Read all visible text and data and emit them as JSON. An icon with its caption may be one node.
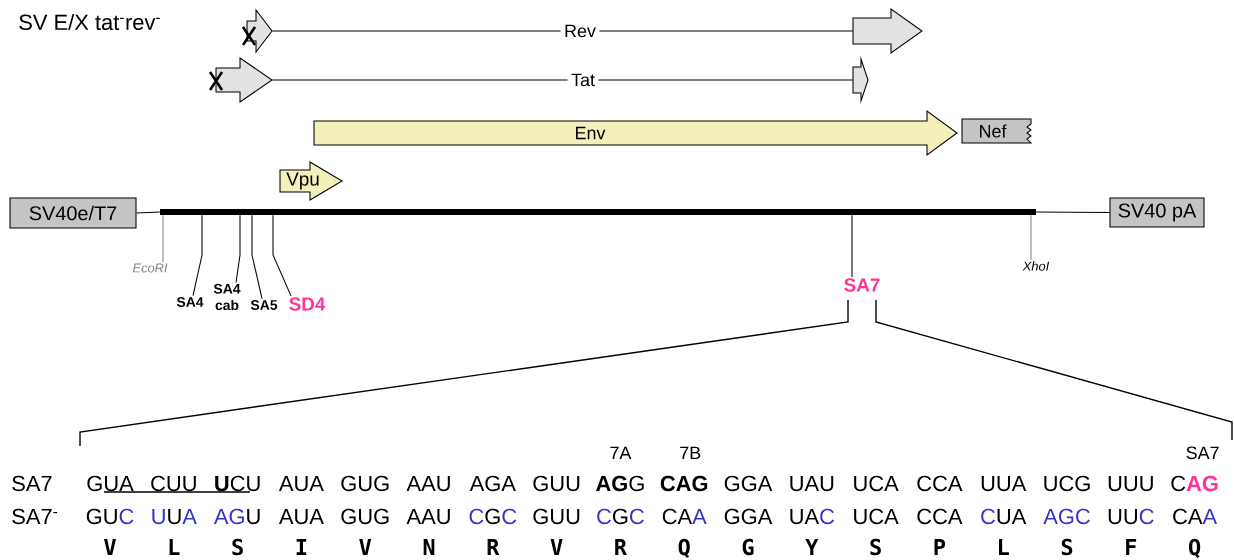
{
  "diagram": {
    "title": "SV E/X tat$^{-}$rev$^{-}$",
    "nodes": [
      {
        "text": [],
        "shape": "arrow"
      },
      {
        "text": [],
        "shape": "arrow"
      },
      {
        "text": [],
        "shape": "arrow"
      },
      {
        "text": [],
        "shape": "arrow"
      },
      {
        "text": [
          "Env"
        ]
      },
      {
        "text": [
          "Nef"
        ]
      },
      {
        "text": [
          "Vpu"
        ]
      },
      {
        "text": [
          "SV40e/T7"
        ]
      },
      {
        "text": [],
        "shape": "bar"
      },
      {
        "text": [
          "SV40 pA"
        ]
      },
      {
        "text": [
          "EcoRI"
        ]
      },
      {
        "text": [
          "SA4"
        ]
      },
      {
        "text": [
          "SA4 cab"
        ]
      },
      {
        "text": [
          "SA5"
        ]
      },
      {
        "text": [
          "SD4"
        ]
      },
      {
        "text": [
          "SA7"
        ]
      },
      {
        "text": [
          "XhoI"
        ]
      }
    ],
    "edges": [
      {
        "from": 0,
        "to": 1,
        "arrow": "none",
        "label": "Rev"
      },
      {
        "from": 2,
        "to": 3,
        "arrow": "none",
        "label": "Tat"
      },
      {
        "from": 7,
        "to": 8,
        "arrow": "none"
      },
      {
        "from": 8,
        "to": 9,
        "arrow": "none"
      },
      {
        "from": 10,
        "to": 8,
        "arrow": "none",
        "color": "#808080"
      },
      {
        "from": 11,
        "to": 8,
        "arrow": "none"
      },
      {
        "from": 12,
        "to": 8,
        "arrow": "none"
      },
      {
        "from": 13,
        "to": 8,
        "arrow": "none"
      },
      {
        "from": 14,
        "to": 8,
        "arrow": "none"
      },
      {
        "from": 15,
        "to": 8,
        "arrow": "none"
      },
      {
        "from": 16,
        "to": 8,
        "arrow": "none",
        "color": "#808080"
      }
    ],
    "labels": [
      "7A",
      "7B",
      "SA7",
      "SA7",
      "GUA",
      "CUU",
      "**U**CU",
      "AUA",
      "GUG",
      "AAU",
      "AGA",
      "GUU",
      "**AG**G",
      "CAG",
      "GGA",
      "UAU",
      "UCA",
      "CCA",
      "UUA",
      "UCG",
      "UUU",
      "C",
      "AG",
      "SA7$^{-}$",
      "GU",
      "C",
      "U",
      "U",
      "A",
      "AG",
      "U",
      "AUA",
      "GUG",
      "AAU",
      "C",
      "G",
      "C",
      "GUU",
      "C",
      "G",
      "C",
      "CA",
      "A",
      "GGA",
      "UA",
      "C",
      "UCA",
      "CCA",
      "C",
      "UA",
      "AGC",
      "UU",
      "C",
      "CA",
      "A",
      "V",
      "L",
      "S",
      "I",
      "V",
      "N",
      "R",
      "V",
      "R",
      "Q",
      "G",
      "Y",
      "S",
      "P",
      "L",
      "S",
      "F",
      "Q"
    ]
  }
}
